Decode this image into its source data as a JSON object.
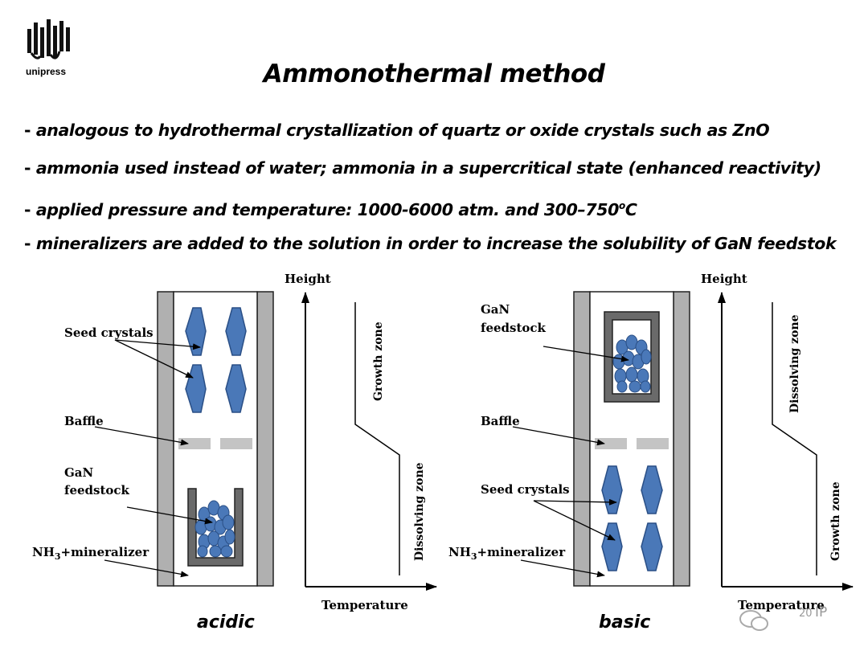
{
  "header": {
    "logo_text": "unipress",
    "title": "Ammonothermal method"
  },
  "bullets": [
    {
      "text": "analogous to hydrothermal crystallization of quartz or oxide crystals such as ZnO"
    },
    {
      "text": "ammonia used instead of water; ammonia in a supercritical state (enhanced reactivity)"
    },
    {
      "text": "applied pressure and temperature: 1000-6000 atm. and 300–750",
      "sup": "o",
      "tail": "C"
    },
    {
      "text": "mineralizers are added to the solution in order to increase the solubility of GaN feedstok"
    }
  ],
  "diagrams": {
    "acidic": {
      "caption": "acidic",
      "seed_label": "Seed crystals",
      "baffle_label": "Baffle",
      "feedstock_label_1": "GaN",
      "feedstock_label_2": "feedstock",
      "nh3_label_main": "NH",
      "nh3_sub": "3",
      "nh3_tail": "+mineralizer",
      "height_label": "Height",
      "temperature_label": "Temperature",
      "upper_zone": "Growth zone",
      "lower_zone": "Dissolving zone"
    },
    "basic": {
      "caption": "basic",
      "seed_label": "Seed crystals",
      "baffle_label": "Baffle",
      "feedstock_label_1": "GaN",
      "feedstock_label_2": "feedstock",
      "nh3_label_main": "NH",
      "nh3_sub": "3",
      "nh3_tail": "+mineralizer",
      "height_label": "Height",
      "temperature_label": "Temperature",
      "upper_zone": "Dissolving zone",
      "lower_zone": "Growth zone"
    }
  },
  "page_number": "20",
  "watermark_text": "IP",
  "colors": {
    "crystal_fill": "#4a78b8",
    "crystal_stroke": "#2a4f86",
    "wall_fill": "#b0b0b0",
    "baffle_fill": "#c4c4c4",
    "crucible_fill": "#6a6a6a"
  }
}
